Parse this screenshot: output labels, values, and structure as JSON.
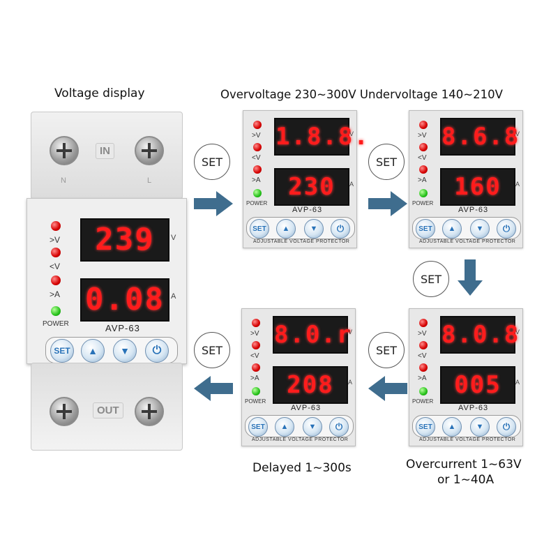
{
  "captions": {
    "voltage_display": "Voltage display",
    "over_under": "Overvoltage 230~300V Undervoltage 140~210V",
    "delayed": "Delayed 1~300s",
    "overcurrent_1": "Overcurrent 1~63V",
    "overcurrent_2": "or 1~40A"
  },
  "set_label": "SET",
  "device": {
    "terminal_in": "IN",
    "terminal_out": "OUT",
    "label_n": "N",
    "label_l": "L",
    "led_labels": [
      ">V",
      "<V",
      ">A",
      "POWER"
    ],
    "model": "AVP-63",
    "footer": "ADJUSTABLE VOLTAGE PROTECTOR",
    "unit_v": "V",
    "unit_a": "A",
    "button_set": "SET",
    "button_up": "▲",
    "button_down": "▼",
    "button_power": "⏻"
  },
  "displays": {
    "main": {
      "top": "239",
      "bottom": "0.08"
    },
    "overvoltage": {
      "top": "1.8.8.",
      "bottom": "230"
    },
    "undervoltage": {
      "top": "8.6.8",
      "bottom": "160"
    },
    "overcurrent": {
      "top": "8.0.8",
      "bottom": "005"
    },
    "delayed": {
      "top": "8.0.r",
      "bottom": "208"
    }
  },
  "colors": {
    "led_red": "#d60000",
    "led_green": "#26c21a",
    "segment": "#ff1c1c",
    "arrow": "#3f6d8e",
    "button_blue": "#2872b8"
  }
}
